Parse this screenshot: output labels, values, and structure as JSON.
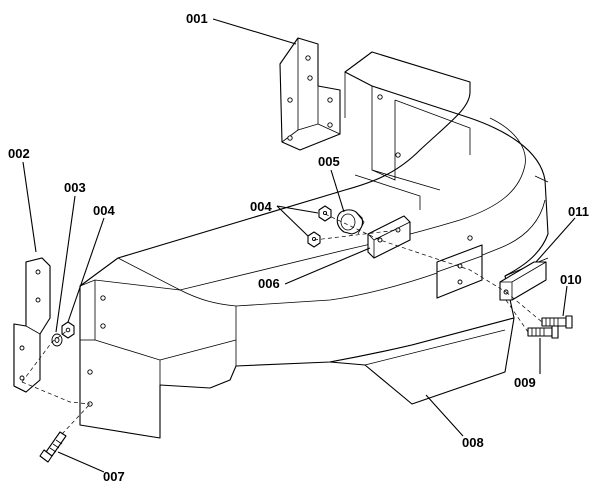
{
  "callouts": {
    "p001": "001",
    "p002": "002",
    "p003": "003",
    "p004": "004",
    "p005": "005",
    "p006": "006",
    "p007": "007",
    "p008": "008",
    "p009": "009",
    "p010": "010",
    "p011": "011"
  }
}
